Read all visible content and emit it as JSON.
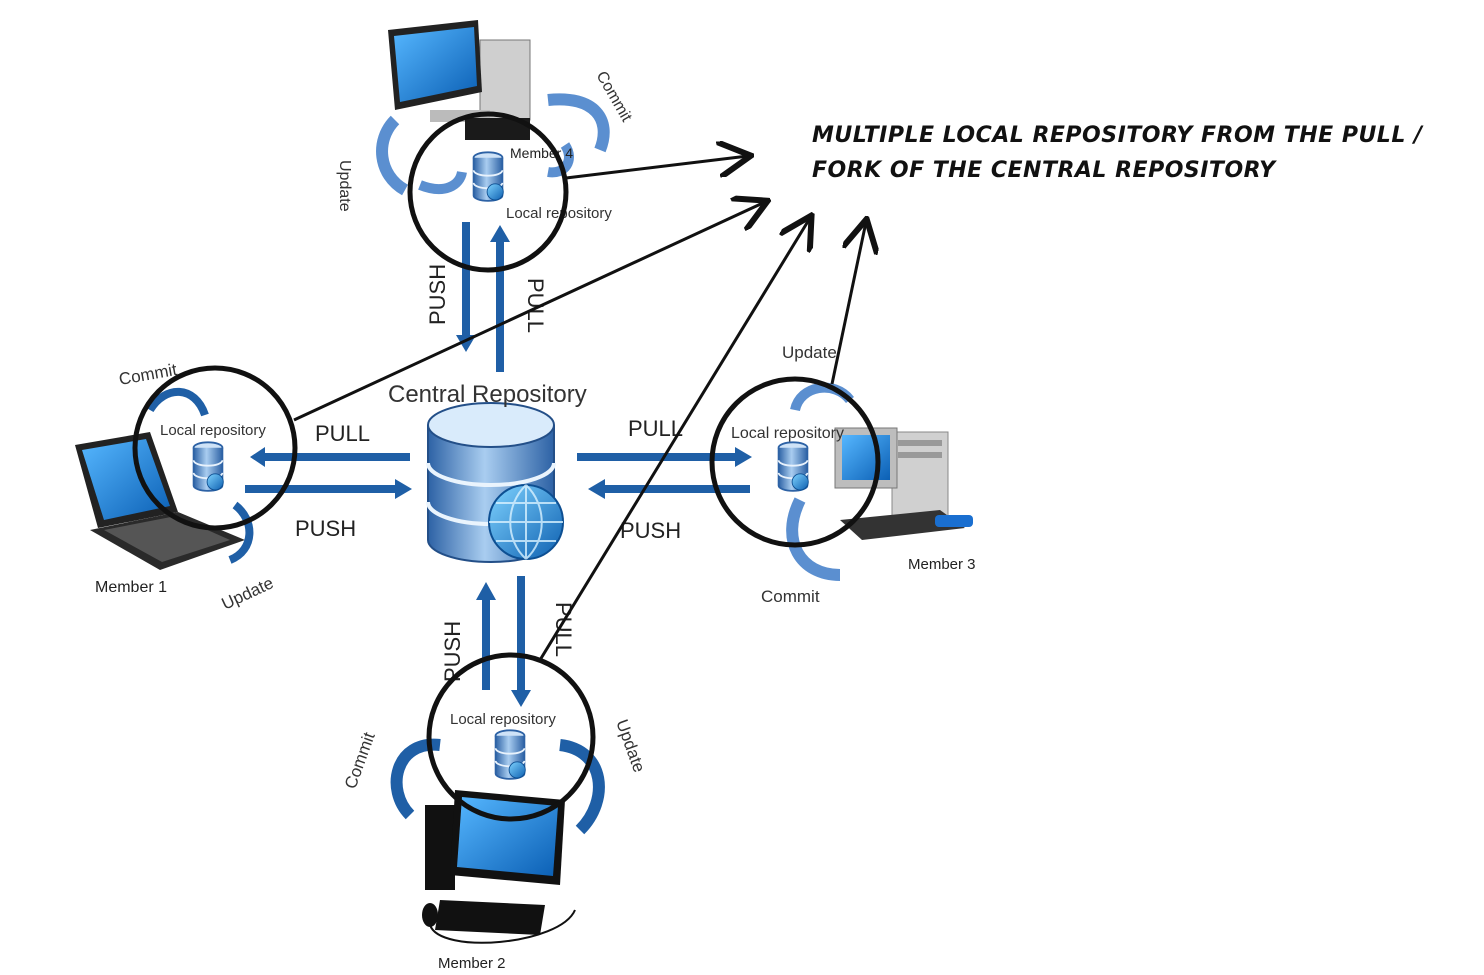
{
  "central": {
    "label": "Central Repository"
  },
  "flows": {
    "pull_label": "PULL",
    "push_label": "PUSH",
    "commit_label": "Commit",
    "update_label": "Update",
    "local_repo_label": "Local repository"
  },
  "members": {
    "m1": "Member 1",
    "m2": "Member 2",
    "m3": "Member 3",
    "m4": "Member 4"
  },
  "annotation": {
    "line1": "Multiple local repository from the pull /",
    "line2": "fork of the central repository"
  },
  "colors": {
    "arrow_blue": "#1f5fa6",
    "arrow_light": "#5b8fd0",
    "screen_blue": "#1a8fe0",
    "db_blue": "#3f7fc4",
    "ink": "#111111"
  }
}
